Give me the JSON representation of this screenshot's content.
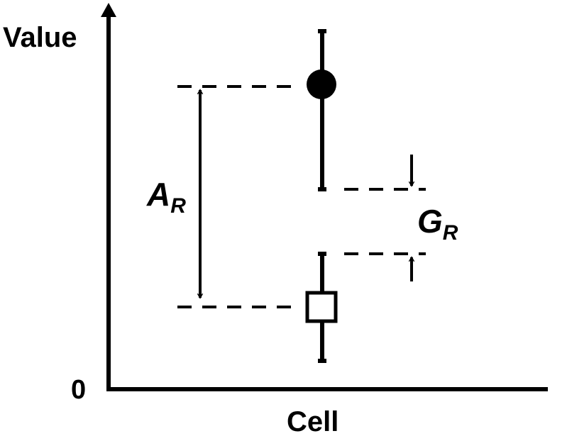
{
  "axes": {
    "y_label": "Value",
    "x_label": "Cell",
    "origin_label": "0"
  },
  "annotations": {
    "amplitude": {
      "symbol": "A",
      "subscript": "R"
    },
    "gap": {
      "symbol": "G",
      "subscript": "R"
    }
  },
  "colors": {
    "stroke": "#000000",
    "background": "#ffffff"
  }
}
